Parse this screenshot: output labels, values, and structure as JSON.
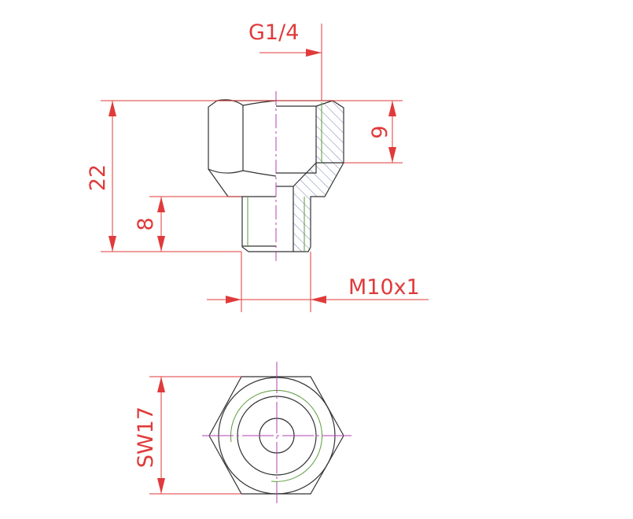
{
  "drawing": {
    "title": "Reducing adapter G1/4 to M10x1",
    "dimensions": {
      "overall_height": "22",
      "shank_length": "8",
      "thread_depth": "9",
      "top_thread": "G1/4",
      "bottom_thread": "M10x1",
      "wrench_size": "SW17"
    },
    "colors": {
      "outline": "#333333",
      "dimension": "#e03a3a",
      "centerline": "#b040b0",
      "thread": "#5a9a3a",
      "hatch": "#5060a0"
    }
  }
}
